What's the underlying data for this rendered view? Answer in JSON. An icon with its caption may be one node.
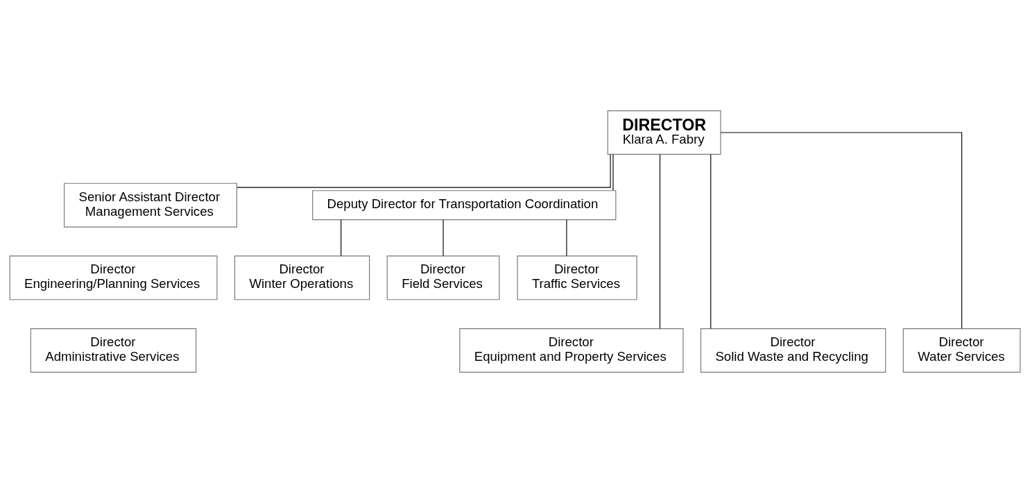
{
  "diagram": {
    "nodes": [
      {
        "text": [
          "DIRECTOR",
          "Klara A. Fabry"
        ]
      },
      {
        "text": [
          "Senior Assistant Director",
          "Management Services"
        ]
      },
      {
        "text": [
          "Deputy Director for Transportation Coordination"
        ]
      },
      {
        "text": [
          "Director",
          "Engineering/Planning Services"
        ]
      },
      {
        "text": [
          "Director",
          "Administrative Services"
        ]
      },
      {
        "text": [
          "Director",
          "Winter Operations"
        ]
      },
      {
        "text": [
          "Director",
          "Field Services"
        ]
      },
      {
        "text": [
          "Director",
          "Traffic Services"
        ]
      },
      {
        "text": [
          "Director",
          "Equipment and Property Services"
        ]
      },
      {
        "text": [
          "Director",
          "Solid Waste and Recycling"
        ]
      },
      {
        "text": [
          "Director",
          "Water Services"
        ]
      }
    ],
    "edges": [
      {
        "from": 0,
        "to": 1,
        "arrow": "none"
      },
      {
        "from": 0,
        "to": 2,
        "arrow": "none"
      },
      {
        "from": 2,
        "to": 5,
        "arrow": "none"
      },
      {
        "from": 2,
        "to": 6,
        "arrow": "none"
      },
      {
        "from": 2,
        "to": 7,
        "arrow": "none"
      },
      {
        "from": 0,
        "to": 8,
        "arrow": "none"
      },
      {
        "from": 0,
        "to": 9,
        "arrow": "none"
      },
      {
        "from": 0,
        "to": 10,
        "arrow": "none"
      }
    ]
  }
}
